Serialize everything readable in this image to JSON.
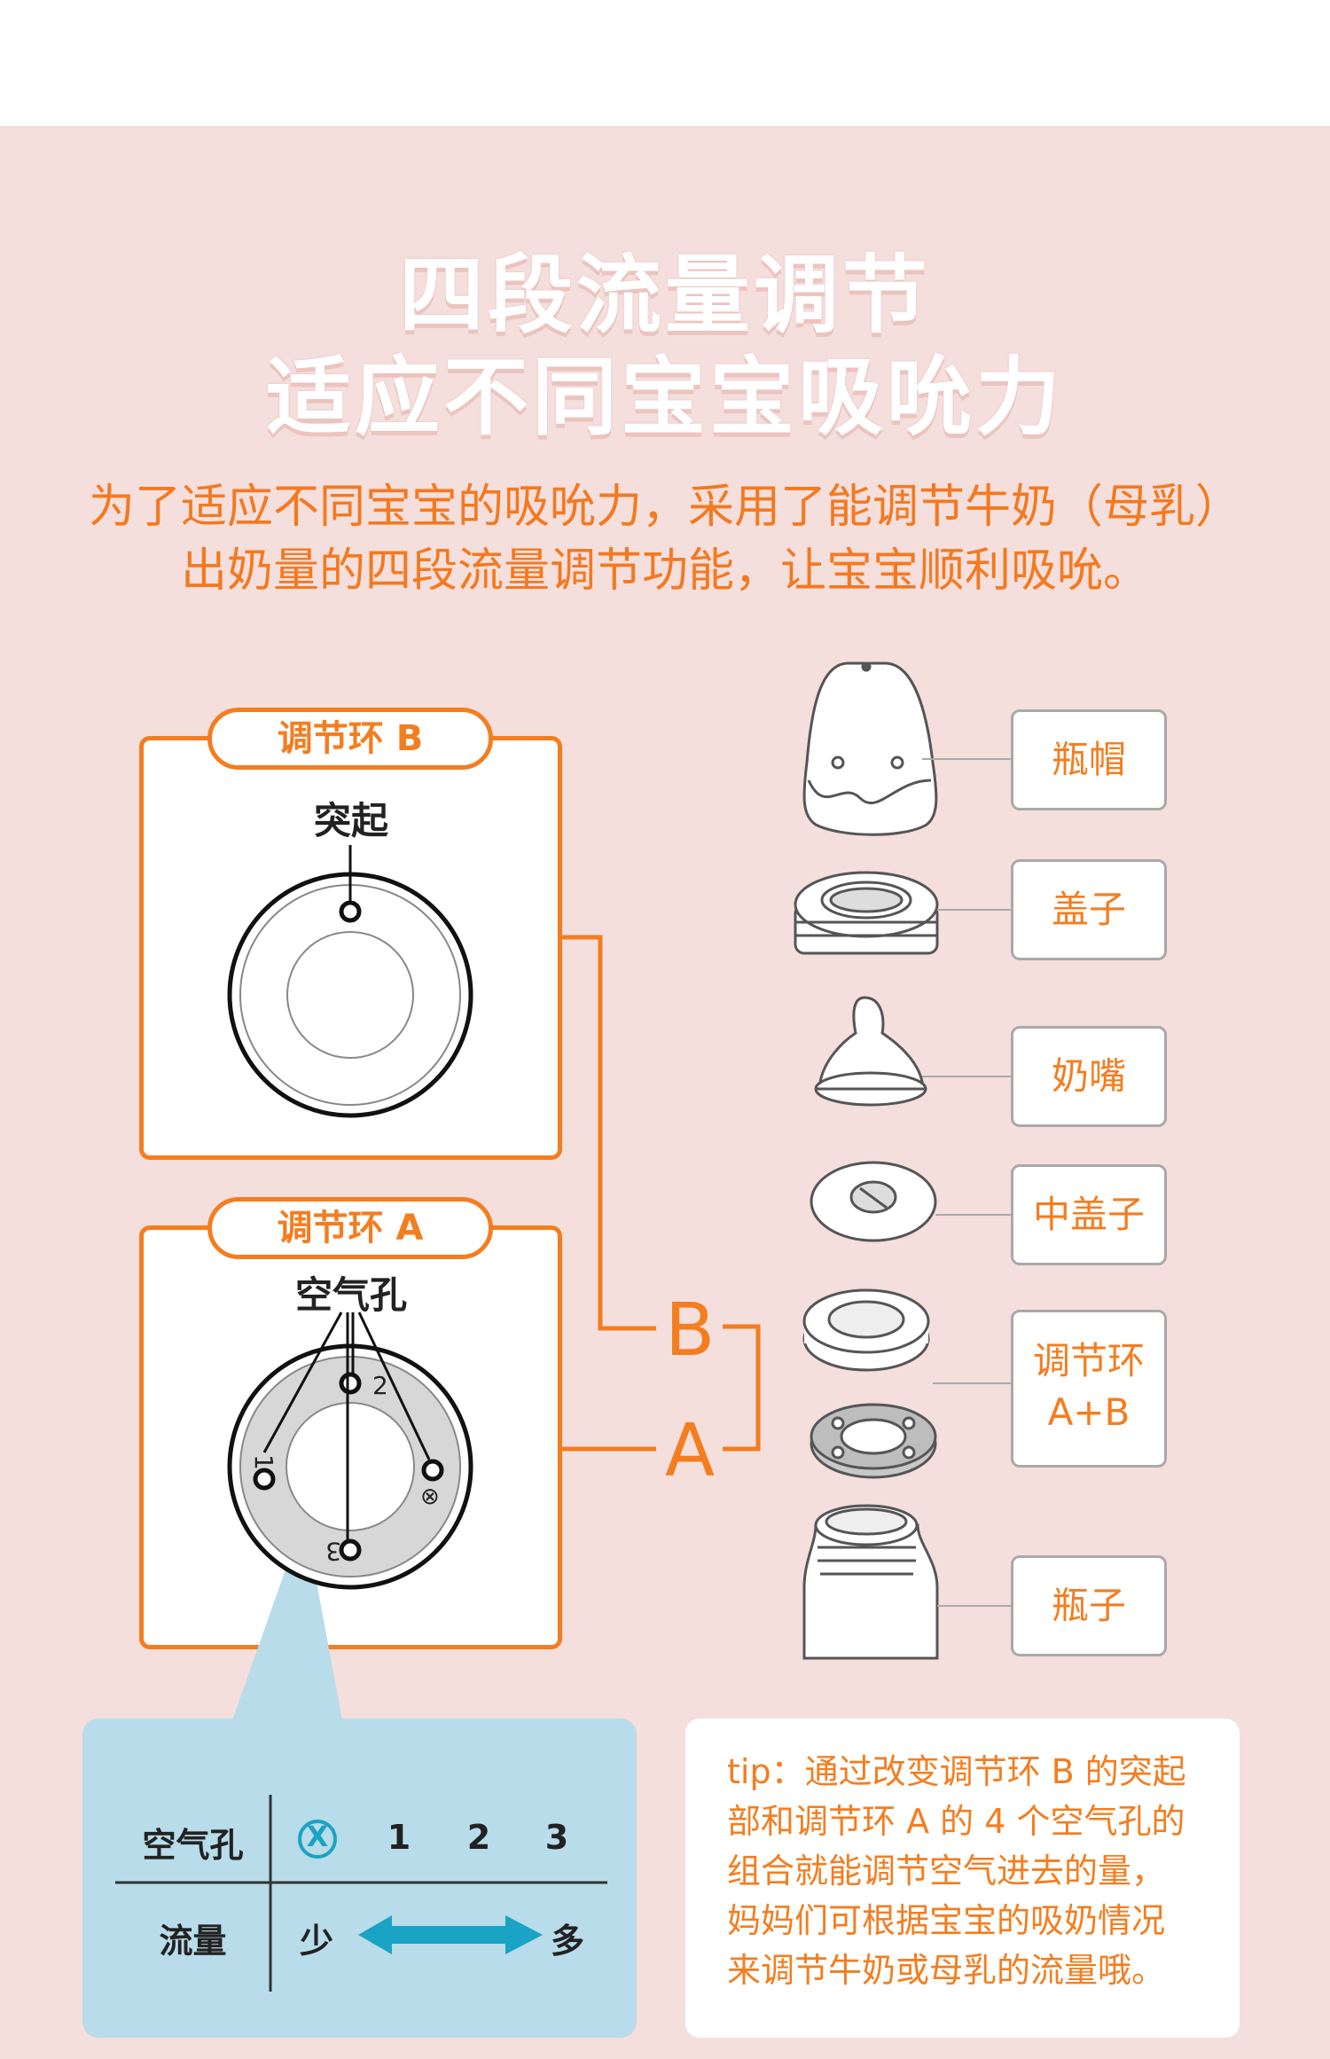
{
  "title": {
    "line1": "四段流量调节",
    "line2": "适应不同宝宝吸吮力"
  },
  "description": {
    "line1": "为了适应不同宝宝的吸吮力，采用了能调节牛奶（母乳）",
    "line2": "出奶量的四段流量调节功能，让宝宝顺利吸吮。"
  },
  "ring_b": {
    "tag": "调节环 B",
    "label": "突起"
  },
  "ring_a": {
    "tag": "调节环 A",
    "label": "空气孔",
    "hole_numbers": [
      "2",
      "1",
      "3",
      "⊗"
    ]
  },
  "connector_letters": {
    "b": "B",
    "a": "A"
  },
  "parts": [
    {
      "name": "bottle-cap",
      "label": "瓶帽"
    },
    {
      "name": "lid",
      "label": "盖子"
    },
    {
      "name": "nipple",
      "label": "奶嘴"
    },
    {
      "name": "middle-lid",
      "label": "中盖子"
    },
    {
      "name": "adjust-ring",
      "label": "调节环",
      "label2": "A+B"
    },
    {
      "name": "bottle",
      "label": "瓶子"
    }
  ],
  "flow_table": {
    "row1_header": "空气孔",
    "row1_values": [
      "X",
      "1",
      "2",
      "3"
    ],
    "row2_header": "流量",
    "low": "少",
    "high": "多"
  },
  "tip": {
    "lines": [
      "tip：通过改变调节环 B 的突起",
      "部和调节环 A 的 4 个空气孔的",
      "组合就能调节空气进去的量，",
      "妈妈们可根据宝宝的吸奶情况",
      "来调节牛奶或母乳的流量哦。"
    ]
  },
  "colors": {
    "panel_bg": "#f4dfdd",
    "accent_orange": "#f47d1f",
    "light_blue": "#b8dcea",
    "arrow_teal": "#1aa3c4"
  }
}
